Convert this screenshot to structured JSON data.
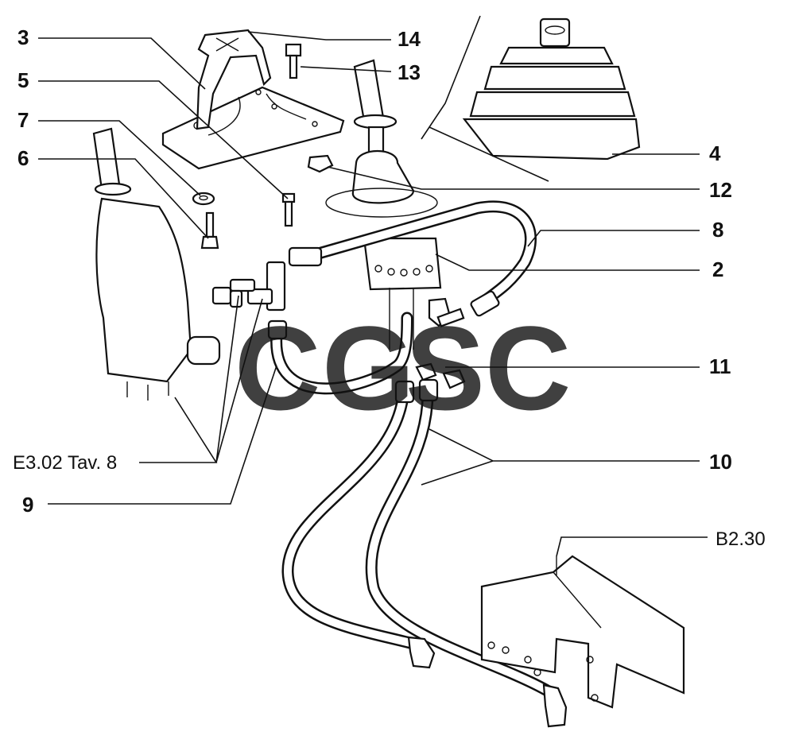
{
  "callouts": {
    "c3": "3",
    "c5": "5",
    "c7": "7",
    "c6": "6",
    "c14": "14",
    "c13": "13",
    "c4": "4",
    "c12": "12",
    "c8": "8",
    "c2": "2",
    "c11": "11",
    "c10": "10",
    "c9": "9"
  },
  "references": {
    "ref_e302": "E3.02 Tav. 8",
    "ref_b230": "B2.30"
  },
  "watermark": {
    "letters": [
      "C",
      "G",
      "S",
      "C"
    ],
    "colors": [
      "#4a8ef0",
      "#ee6a60",
      "#f6c73a",
      "#3aa976"
    ]
  }
}
